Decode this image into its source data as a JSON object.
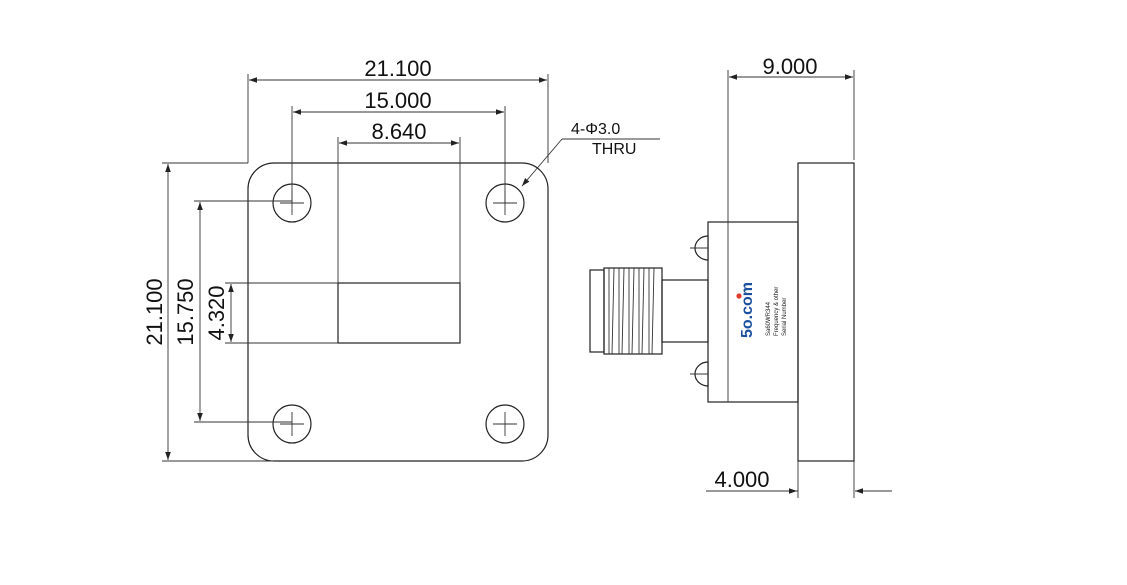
{
  "front_view": {
    "overall_width": "21.100",
    "hole_spacing_horizontal": "15.000",
    "aperture_width": "8.640",
    "overall_height": "21.100",
    "hole_spacing_vertical": "15.750",
    "aperture_height": "4.320",
    "hole_note_line1": "4-Φ3.0",
    "hole_note_line2": "THRU"
  },
  "side_view": {
    "length": "9.000",
    "flange_thickness": "4.000",
    "brand": "5o.com",
    "label_line1": "Sa60WR344",
    "label_line2": "Frequency & other",
    "label_line3": "Serial Number"
  },
  "colors": {
    "line": "#222222",
    "brand": "#1a4fa0",
    "brand_accent": "#e23b2a"
  }
}
